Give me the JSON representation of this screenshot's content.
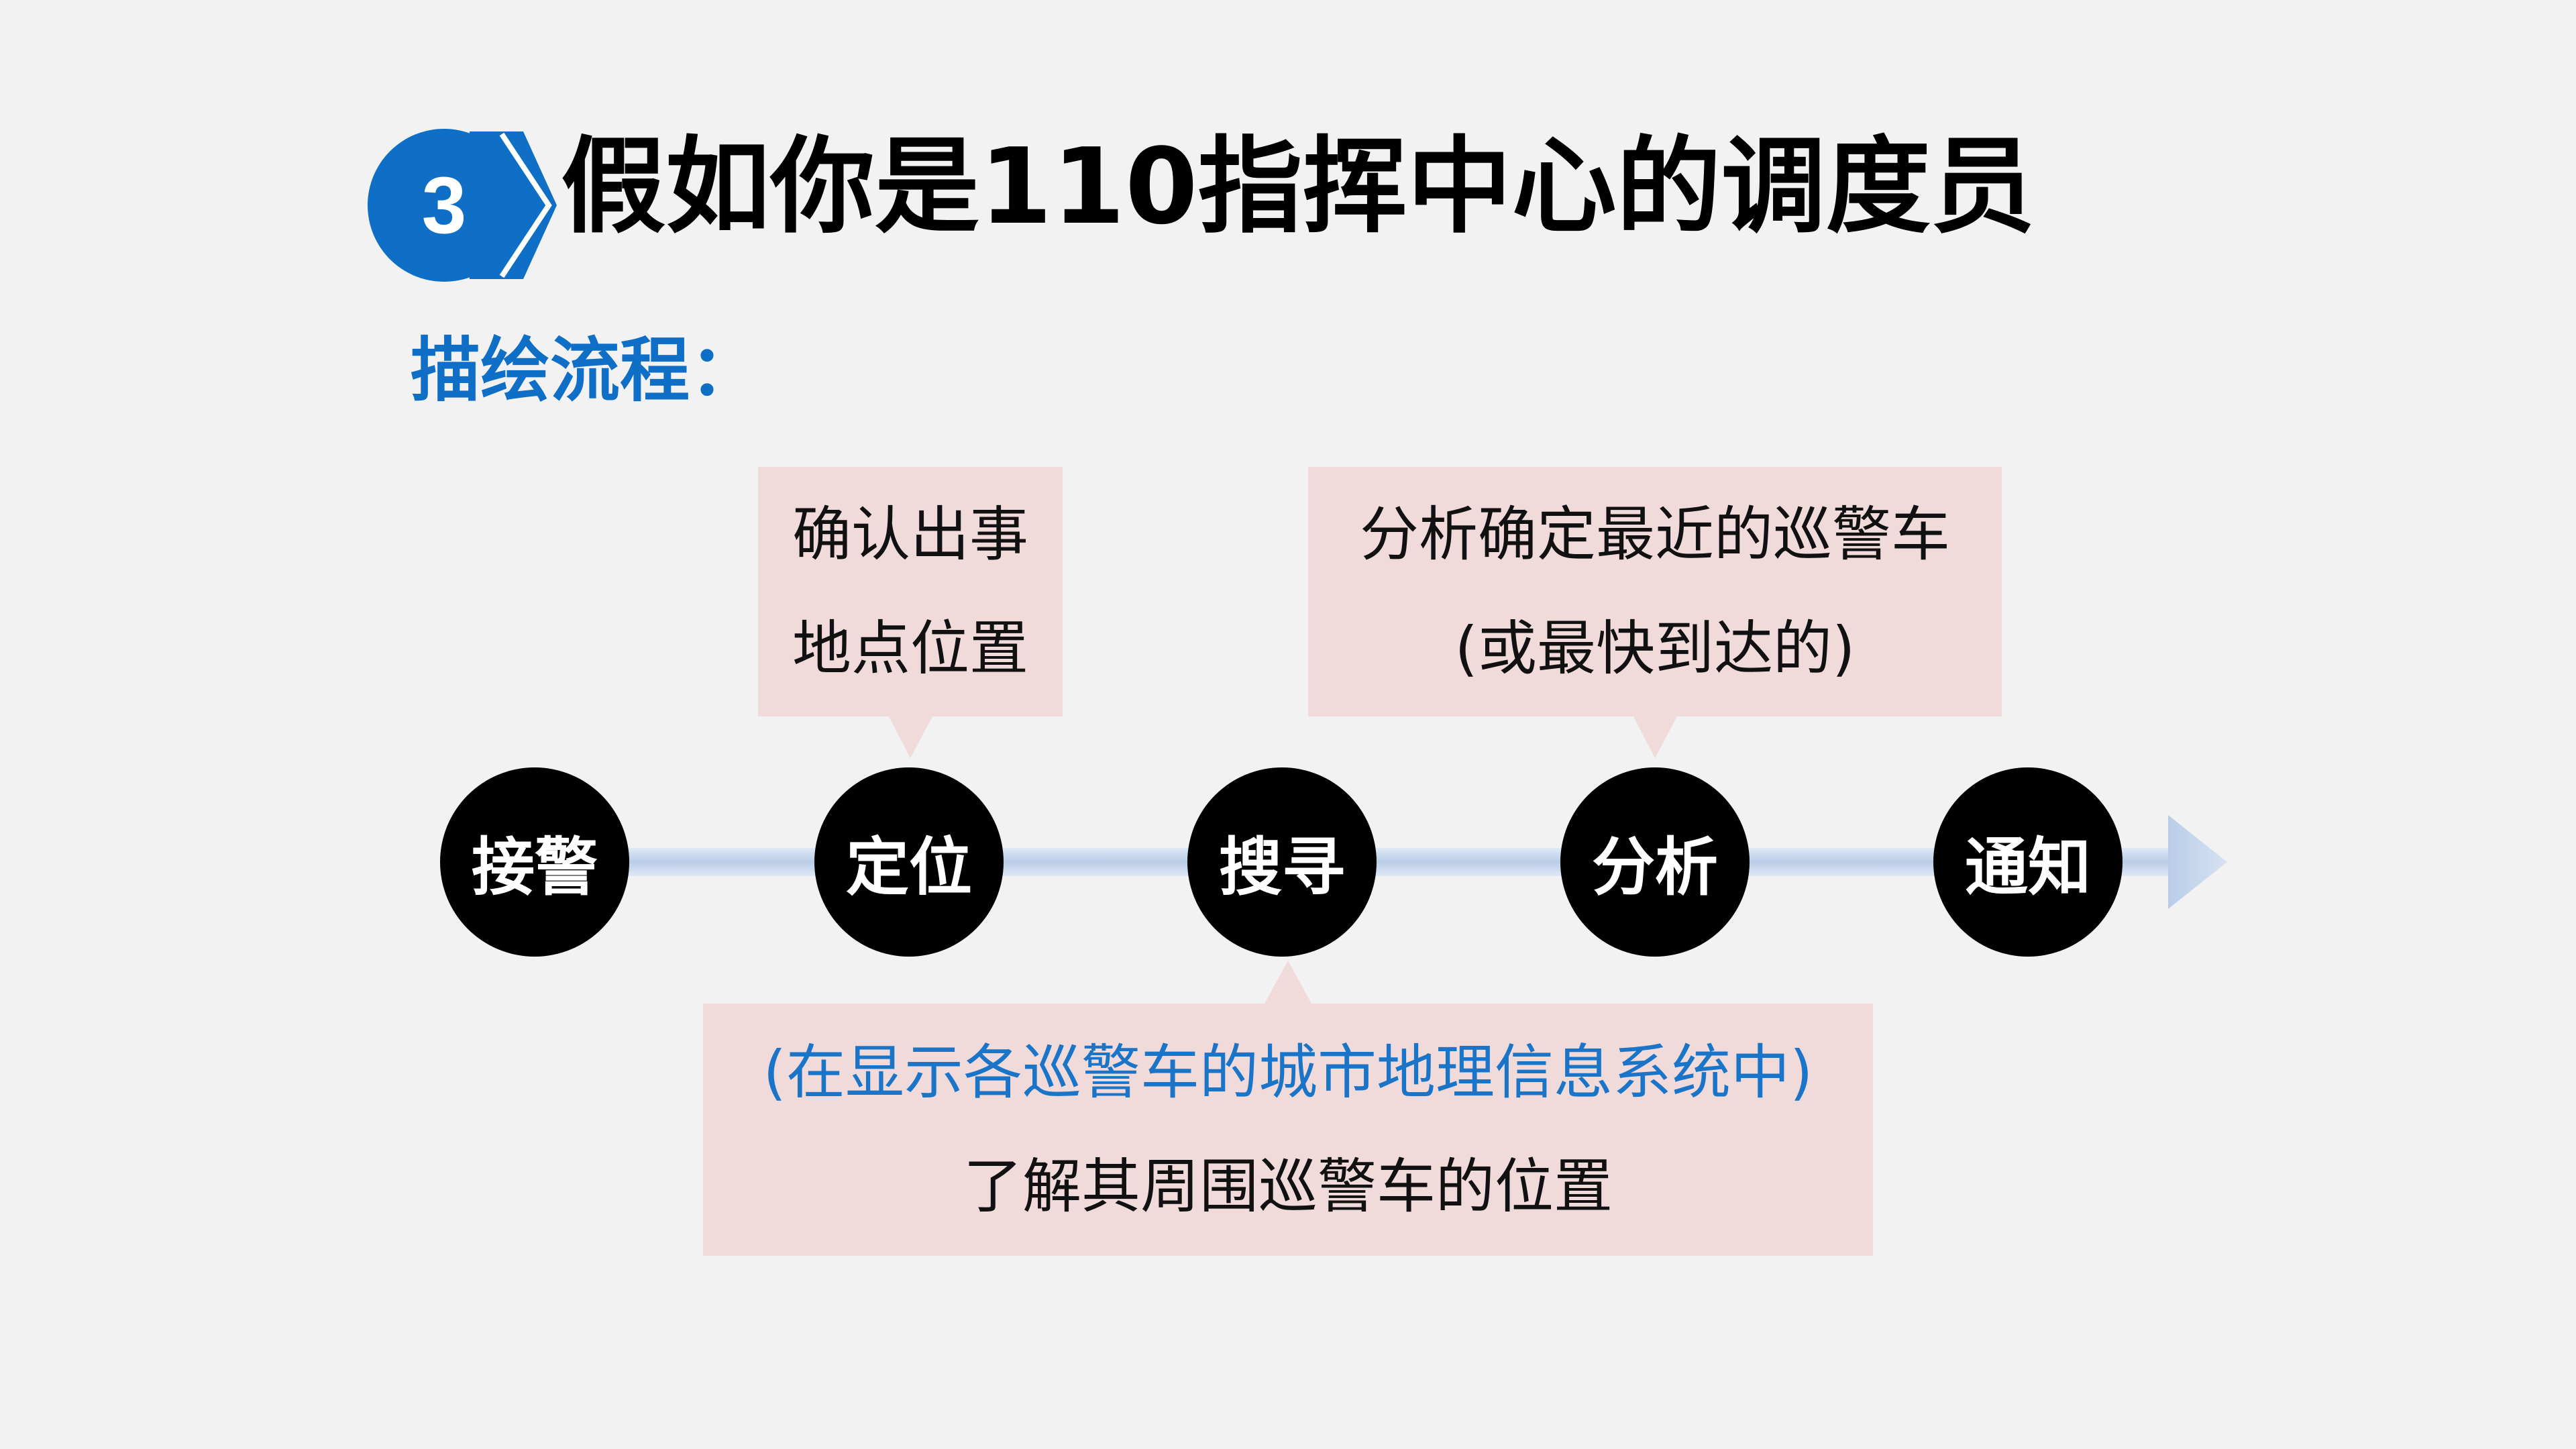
{
  "header": {
    "number": "3",
    "title": "假如你是110指挥中心的调度员",
    "subtitle": "描绘流程：",
    "accent_color": "#0f6fc6"
  },
  "steps": [
    {
      "label": "接警"
    },
    {
      "label": "定位"
    },
    {
      "label": "搜寻"
    },
    {
      "label": "分析"
    },
    {
      "label": "通知"
    }
  ],
  "callouts": {
    "locate": {
      "lines": [
        "确认出事",
        "地点位置"
      ]
    },
    "analyze": {
      "lines": [
        "分析确定最近的巡警车",
        "(或最快到达的)"
      ]
    },
    "search": {
      "lines": [
        "(在显示各巡警车的城市地理信息系统中)",
        "了解其周围巡警车的位置"
      ]
    }
  },
  "colors": {
    "node": "#000000",
    "callout_bg": "#f0dada",
    "timeline": "#c9d9ee",
    "highlight_text": "#1a75c8"
  }
}
